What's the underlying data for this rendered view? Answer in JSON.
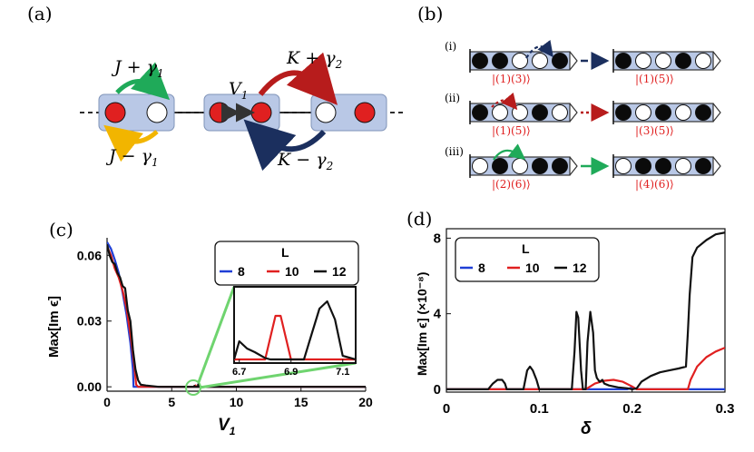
{
  "panel_a": {
    "label": "(a)",
    "j_plus": "J + γ",
    "j_plus_sub": "1",
    "j_minus": "J − γ",
    "j_minus_sub": "1",
    "v": "V",
    "v_sub": "1",
    "k_plus": "K + γ",
    "k_plus_sub": "2",
    "k_minus": "K − γ",
    "k_minus_sub": "2"
  },
  "panel_b": {
    "label": "(b)",
    "rows": [
      {
        "tag": "(i)",
        "left_sites": [
          1,
          1,
          0,
          0,
          1
        ],
        "right_sites": [
          1,
          0,
          0,
          1,
          0
        ],
        "left_state": "|(1)(3)⟩",
        "right_state": "|(1)(5)⟩",
        "arrow_color": "#1b2f5e"
      },
      {
        "tag": "(ii)",
        "left_sites": [
          1,
          0,
          0,
          1,
          0
        ],
        "right_sites": [
          1,
          0,
          1,
          0,
          1
        ],
        "left_state": "|(1)(5)⟩",
        "right_state": "|(3)(5)⟩",
        "arrow_color": "#b71c1c"
      },
      {
        "tag": "(iii)",
        "left_sites": [
          0,
          1,
          0,
          1,
          1
        ],
        "right_sites": [
          0,
          1,
          1,
          0,
          1
        ],
        "left_state": "|(2)(6)⟩",
        "right_state": "|(4)(6)⟩",
        "arrow_color": "#1faa59"
      }
    ]
  },
  "chart_data": [
    {
      "panel": "(c)",
      "type": "line",
      "ylabel": "Max[Im ϵ]",
      "xlabel": "V",
      "xlabel_sub": "1",
      "xlim": [
        0,
        20
      ],
      "ylim": [
        -0.002,
        0.068
      ],
      "x_ticks": [
        "0",
        "5",
        "10",
        "15",
        "20"
      ],
      "y_ticks": [
        "0.00",
        "0.03",
        "0.06"
      ],
      "legend_title": "L",
      "series": [
        {
          "name": "8",
          "color": "#1f3fd6",
          "x": [
            0,
            0.3,
            0.6,
            0.9,
            1.2,
            1.5,
            1.8,
            2.0,
            2.05,
            20
          ],
          "y": [
            0.066,
            0.063,
            0.058,
            0.052,
            0.043,
            0.033,
            0.02,
            0.008,
            0,
            0
          ]
        },
        {
          "name": "10",
          "color": "#e02020",
          "x": [
            0,
            0.3,
            0.6,
            0.9,
            1.2,
            1.5,
            1.8,
            2.1,
            2.25,
            2.4,
            5.0,
            6.8,
            6.85,
            6.9,
            20
          ],
          "y": [
            0.064,
            0.06,
            0.054,
            0.05,
            0.044,
            0.036,
            0.024,
            0.01,
            0.001,
            0,
            0,
            0,
            0.0006,
            0,
            0
          ]
        },
        {
          "name": "12",
          "color": "#111111",
          "x": [
            0,
            0.2,
            0.4,
            0.6,
            0.8,
            1.0,
            1.2,
            1.4,
            1.6,
            1.8,
            2.0,
            2.2,
            2.4,
            2.6,
            3.0,
            4.0,
            6.7,
            6.75,
            6.8,
            7.02,
            7.05,
            7.08,
            7.15,
            20
          ],
          "y": [
            0.065,
            0.06,
            0.057,
            0.056,
            0.052,
            0.05,
            0.046,
            0.045,
            0.035,
            0.03,
            0.017,
            0.008,
            0.003,
            0.001,
            0.0006,
            0,
            0,
            0.0004,
            0,
            0,
            0.0012,
            0,
            0,
            0
          ]
        }
      ],
      "inset": {
        "xlim": [
          6.68,
          7.15
        ],
        "x_ticks": [
          "6.7",
          "6.9",
          "7.1"
        ],
        "series": [
          {
            "name": "10",
            "color": "#e02020",
            "x": [
              6.68,
              6.8,
              6.82,
              6.84,
              6.86,
              6.88,
              6.9,
              20
            ],
            "y": [
              0,
              0,
              0.3,
              0.6,
              0.6,
              0.3,
              0,
              0
            ]
          },
          {
            "name": "12",
            "color": "#111111",
            "x": [
              6.68,
              6.7,
              6.73,
              6.76,
              6.8,
              6.82,
              6.86,
              6.95,
              6.98,
              7.01,
              7.04,
              7.07,
              7.1,
              7.15
            ],
            "y": [
              0,
              0.25,
              0.15,
              0.1,
              0.02,
              0,
              0,
              0,
              0.35,
              0.7,
              0.8,
              0.55,
              0.05,
              0
            ]
          }
        ]
      }
    },
    {
      "panel": "(d)",
      "type": "line",
      "ylabel": "Max[Im ϵ] (×10⁻⁸)",
      "xlabel": "δ",
      "xlim": [
        0,
        0.3
      ],
      "ylim": [
        -0.15,
        8.5
      ],
      "x_ticks": [
        "0",
        "0.1",
        "0.2",
        "0.3"
      ],
      "y_ticks": [
        "0",
        "4",
        "8"
      ],
      "legend_title": "L",
      "series": [
        {
          "name": "8",
          "color": "#1f3fd6",
          "x": [
            0,
            0.195,
            0.2,
            0.205,
            0.3
          ],
          "y": [
            0,
            0,
            0.1,
            0,
            0
          ]
        },
        {
          "name": "10",
          "color": "#e02020",
          "x": [
            0,
            0.15,
            0.16,
            0.17,
            0.18,
            0.19,
            0.2,
            0.205,
            0.26,
            0.263,
            0.27,
            0.28,
            0.29,
            0.3
          ],
          "y": [
            0,
            0,
            0.3,
            0.45,
            0.5,
            0.4,
            0.15,
            0,
            0,
            0.5,
            1.2,
            1.7,
            2.0,
            2.2
          ]
        },
        {
          "name": "12",
          "color": "#111111",
          "x": [
            0,
            0.045,
            0.05,
            0.055,
            0.06,
            0.063,
            0.065,
            0.083,
            0.087,
            0.09,
            0.093,
            0.097,
            0.1,
            0.101,
            0.135,
            0.138,
            0.14,
            0.142,
            0.145,
            0.147,
            0.15,
            0.152,
            0.155,
            0.158,
            0.16,
            0.162,
            0.165,
            0.168,
            0.17,
            0.175,
            0.185,
            0.195,
            0.2,
            0.205,
            0.21,
            0.22,
            0.23,
            0.24,
            0.25,
            0.258,
            0.26,
            0.262,
            0.265,
            0.27,
            0.28,
            0.29,
            0.3
          ],
          "y": [
            0,
            0,
            0.3,
            0.5,
            0.5,
            0.3,
            0,
            0,
            1.0,
            1.2,
            1.0,
            0.5,
            0,
            0,
            0,
            2.0,
            4.1,
            3.8,
            1.0,
            0,
            0,
            2.5,
            4.1,
            3.0,
            1.0,
            0.6,
            0.4,
            0.5,
            0.3,
            0.2,
            0.1,
            0.05,
            0,
            0.05,
            0.4,
            0.7,
            0.9,
            1.0,
            1.1,
            1.2,
            3.0,
            5.0,
            7.0,
            7.5,
            7.9,
            8.2,
            8.3
          ]
        }
      ]
    }
  ]
}
